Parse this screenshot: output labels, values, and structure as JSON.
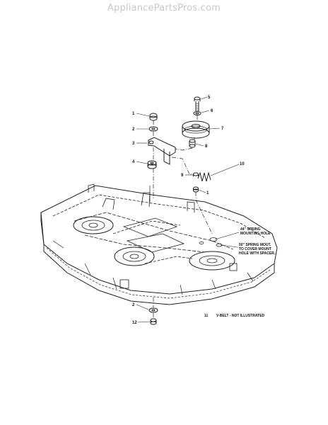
{
  "watermark": "AppliancePartsPros.com",
  "callouts": [
    "1",
    "2",
    "3",
    "4",
    "5",
    "6",
    "7",
    "8",
    "9",
    "10",
    "1",
    "2",
    "12"
  ],
  "notes": {
    "spring44_line1": "44\" SPRING",
    "spring44_line2": "MOUNTING HOLE",
    "spring50_line1": "50\" SPRING MOUT.",
    "spring50_line2": "TO COVER MOUNT",
    "spring50_line3": "HOLE WITH SPACER.",
    "vbelt_number": "11",
    "vbelt_text": "V-BELT - NOT ILLUSTRATED"
  },
  "icons": [
    "mower-deck",
    "idler-pulley",
    "idler-arm",
    "spring",
    "bolt",
    "nut",
    "washer",
    "spacer"
  ]
}
